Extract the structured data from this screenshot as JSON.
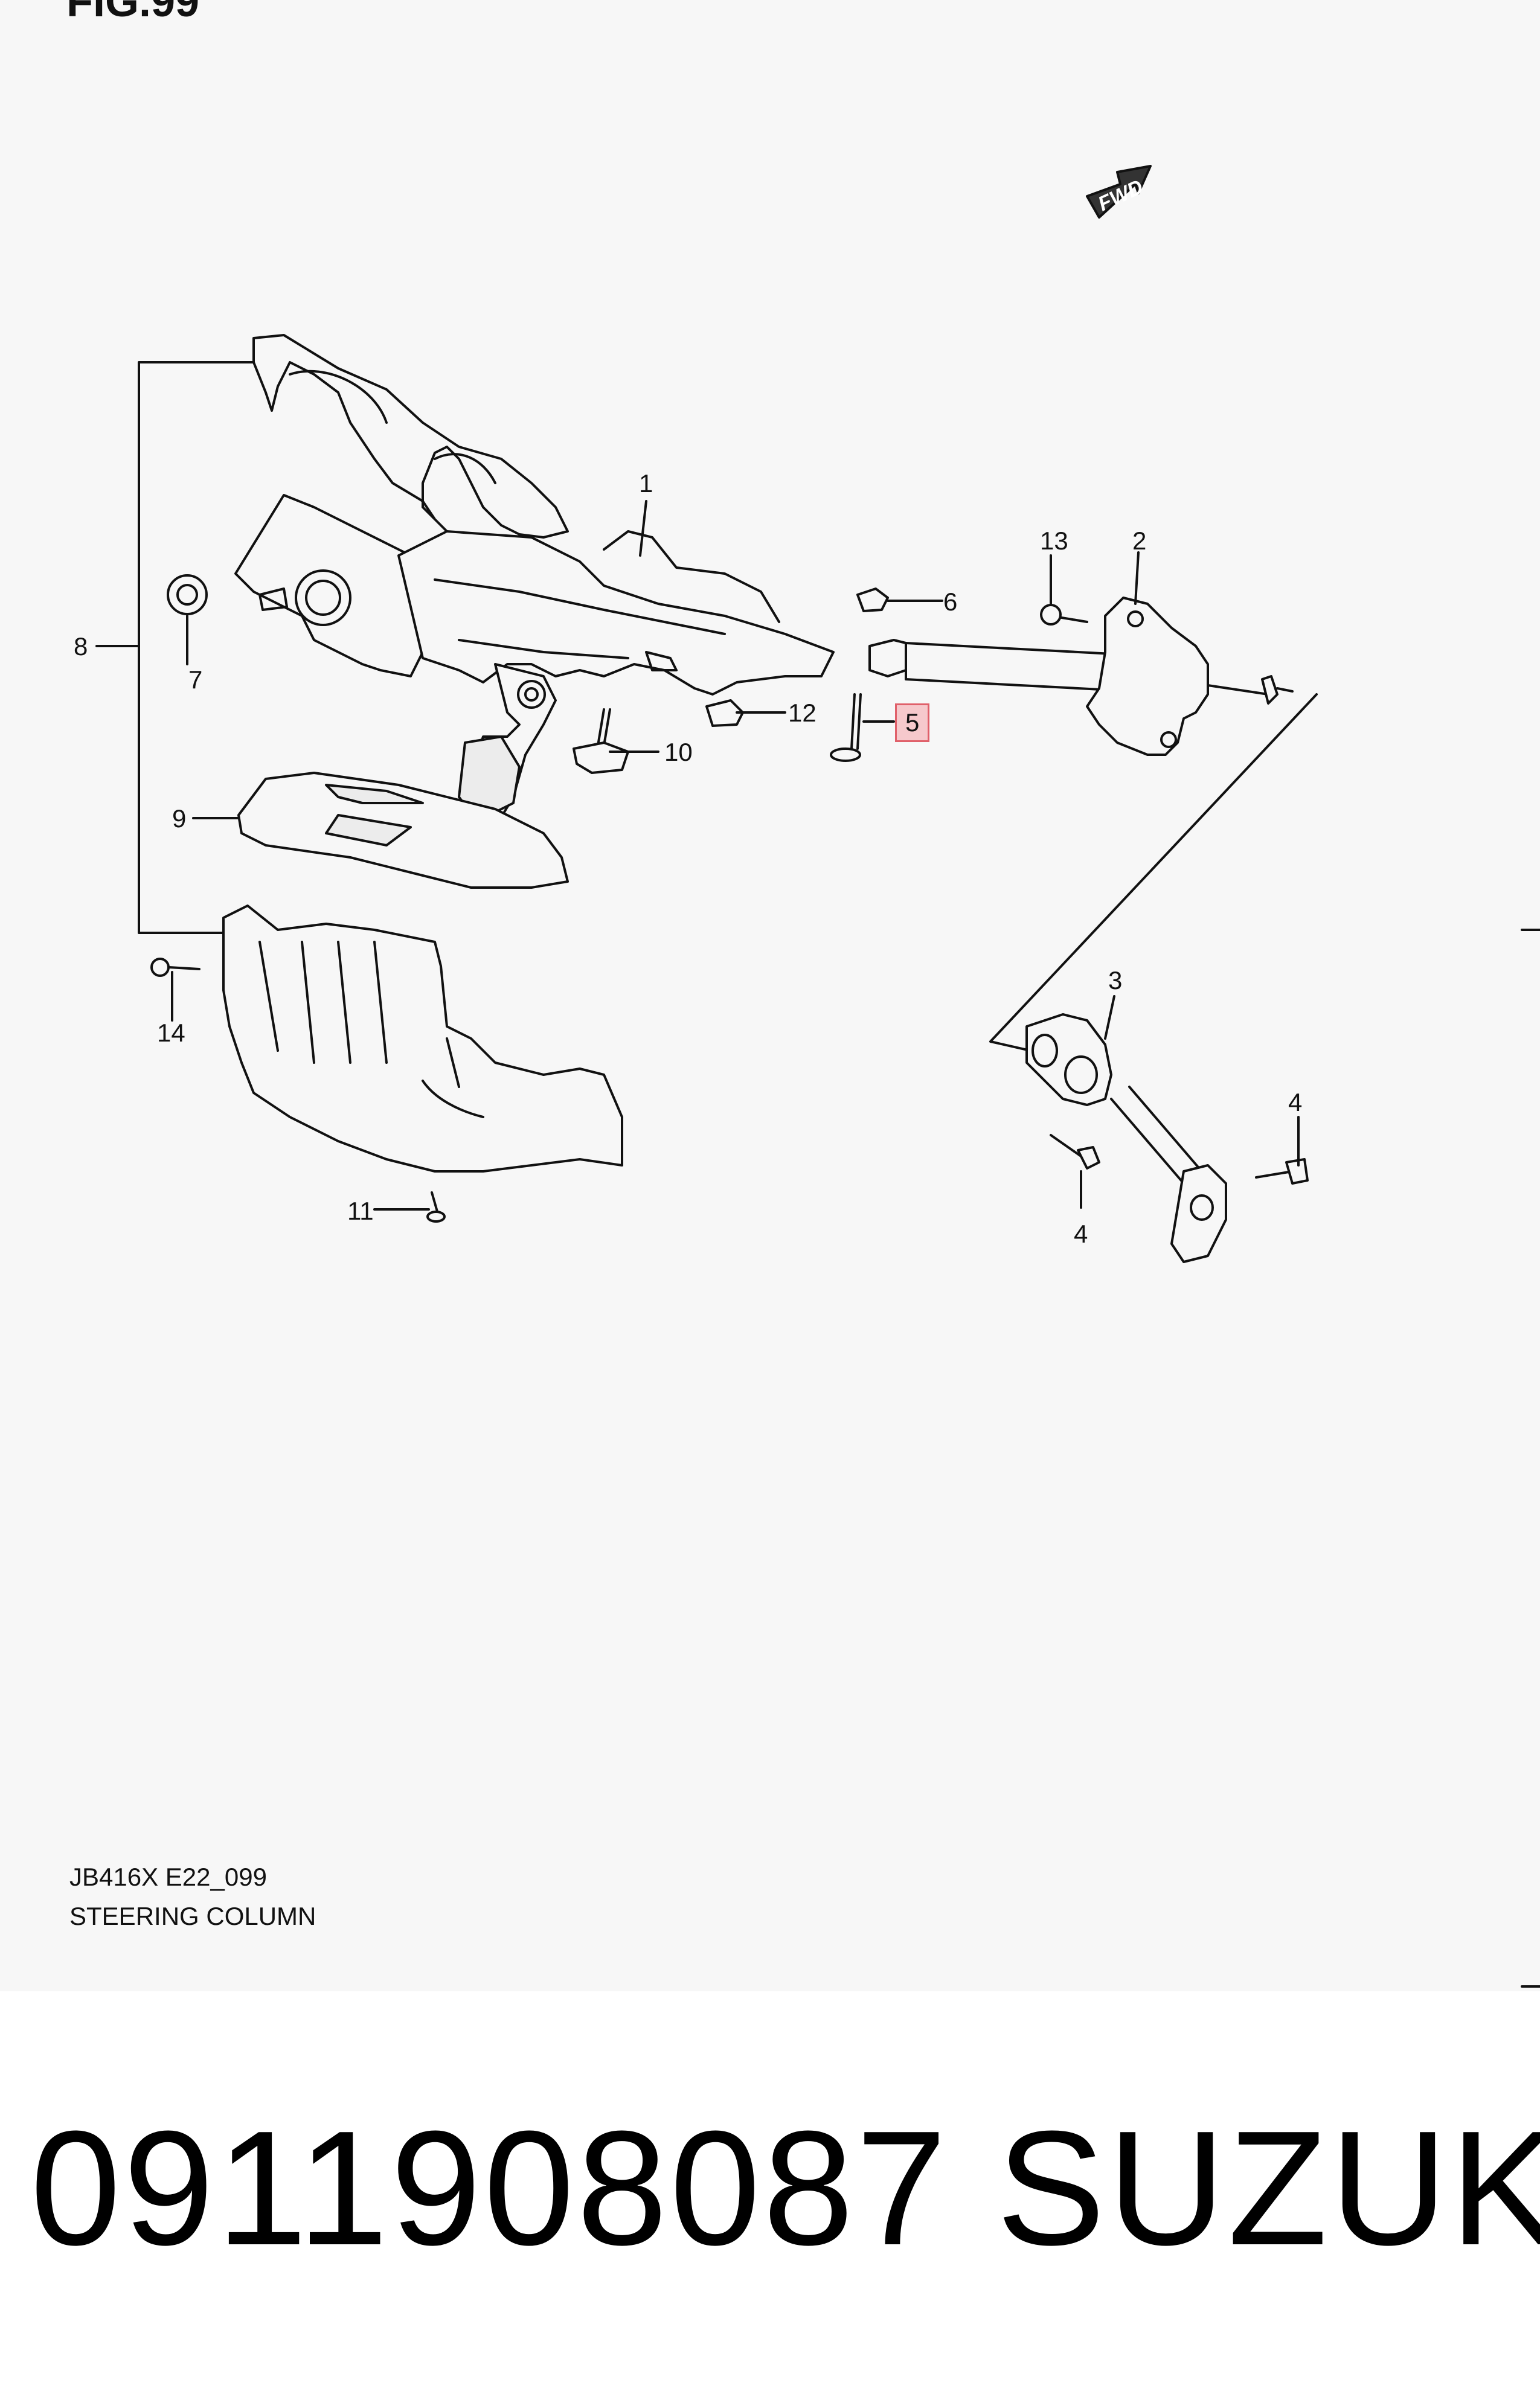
{
  "figure": {
    "title": "FIG.99"
  },
  "diagram": {
    "direction_badge": "FWD",
    "callouts": [
      {
        "id": "c1",
        "label": "1"
      },
      {
        "id": "c2",
        "label": "2"
      },
      {
        "id": "c3",
        "label": "3"
      },
      {
        "id": "c4a",
        "label": "4"
      },
      {
        "id": "c4b",
        "label": "4"
      },
      {
        "id": "c5",
        "label": "5",
        "highlighted": true
      },
      {
        "id": "c6",
        "label": "6"
      },
      {
        "id": "c7",
        "label": "7"
      },
      {
        "id": "c8",
        "label": "8"
      },
      {
        "id": "c9",
        "label": "9"
      },
      {
        "id": "c10",
        "label": "10"
      },
      {
        "id": "c11",
        "label": "11"
      },
      {
        "id": "c12",
        "label": "12"
      },
      {
        "id": "c13",
        "label": "13"
      },
      {
        "id": "c14",
        "label": "14"
      }
    ],
    "highlight_color": "#e0606a"
  },
  "footer": {
    "code": "JB416X E22_099",
    "title": "STEERING COLUMN"
  },
  "product": {
    "part_number": "0911908087",
    "brand": "SUZUKI"
  }
}
